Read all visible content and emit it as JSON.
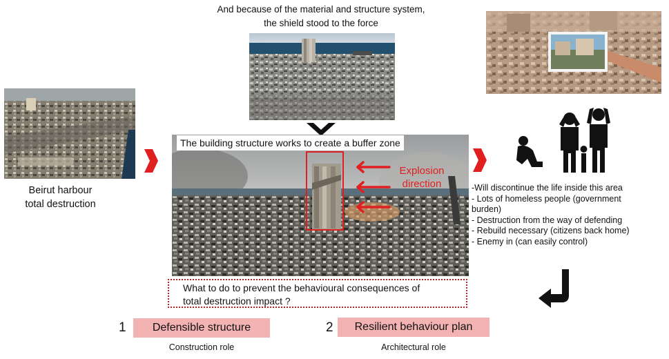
{
  "top_caption": {
    "line1": "And because of the material and structure system,",
    "line2": "the shield stood to the force"
  },
  "left_label": {
    "line1": "Beirut harbour",
    "line2": "total destruction"
  },
  "center_photo": {
    "buffer_label": "The building structure works to create a buffer zone",
    "explosion_line1": "Explosion",
    "explosion_line2": "direction"
  },
  "question": {
    "line1": "What to do to prevent the behavioural consequences of",
    "line2": "total destruction impact ?"
  },
  "consequences": [
    "-Will discontinue the life inside this area",
    "- Lots of homeless people (government",
    "burden)",
    "- Destruction from the way of defending",
    "- Rebuild necessary (citizens back home)",
    "- Enemy in (can easily control)"
  ],
  "options": [
    {
      "number": "1",
      "label": "Defensible structure",
      "role": "Construction role"
    },
    {
      "number": "2",
      "label": "Resilient behaviour plan",
      "role": "Architectural  role"
    }
  ],
  "colors": {
    "accent_red": "#e02020",
    "option_fill": "#f4b3b3",
    "arrow_black": "#111111"
  },
  "icons": {
    "right_chevron": "chevron-right-icon",
    "down_chevron": "chevron-down-icon",
    "people": "distressed-people-icon",
    "return_arrow": "return-arrow-icon"
  }
}
